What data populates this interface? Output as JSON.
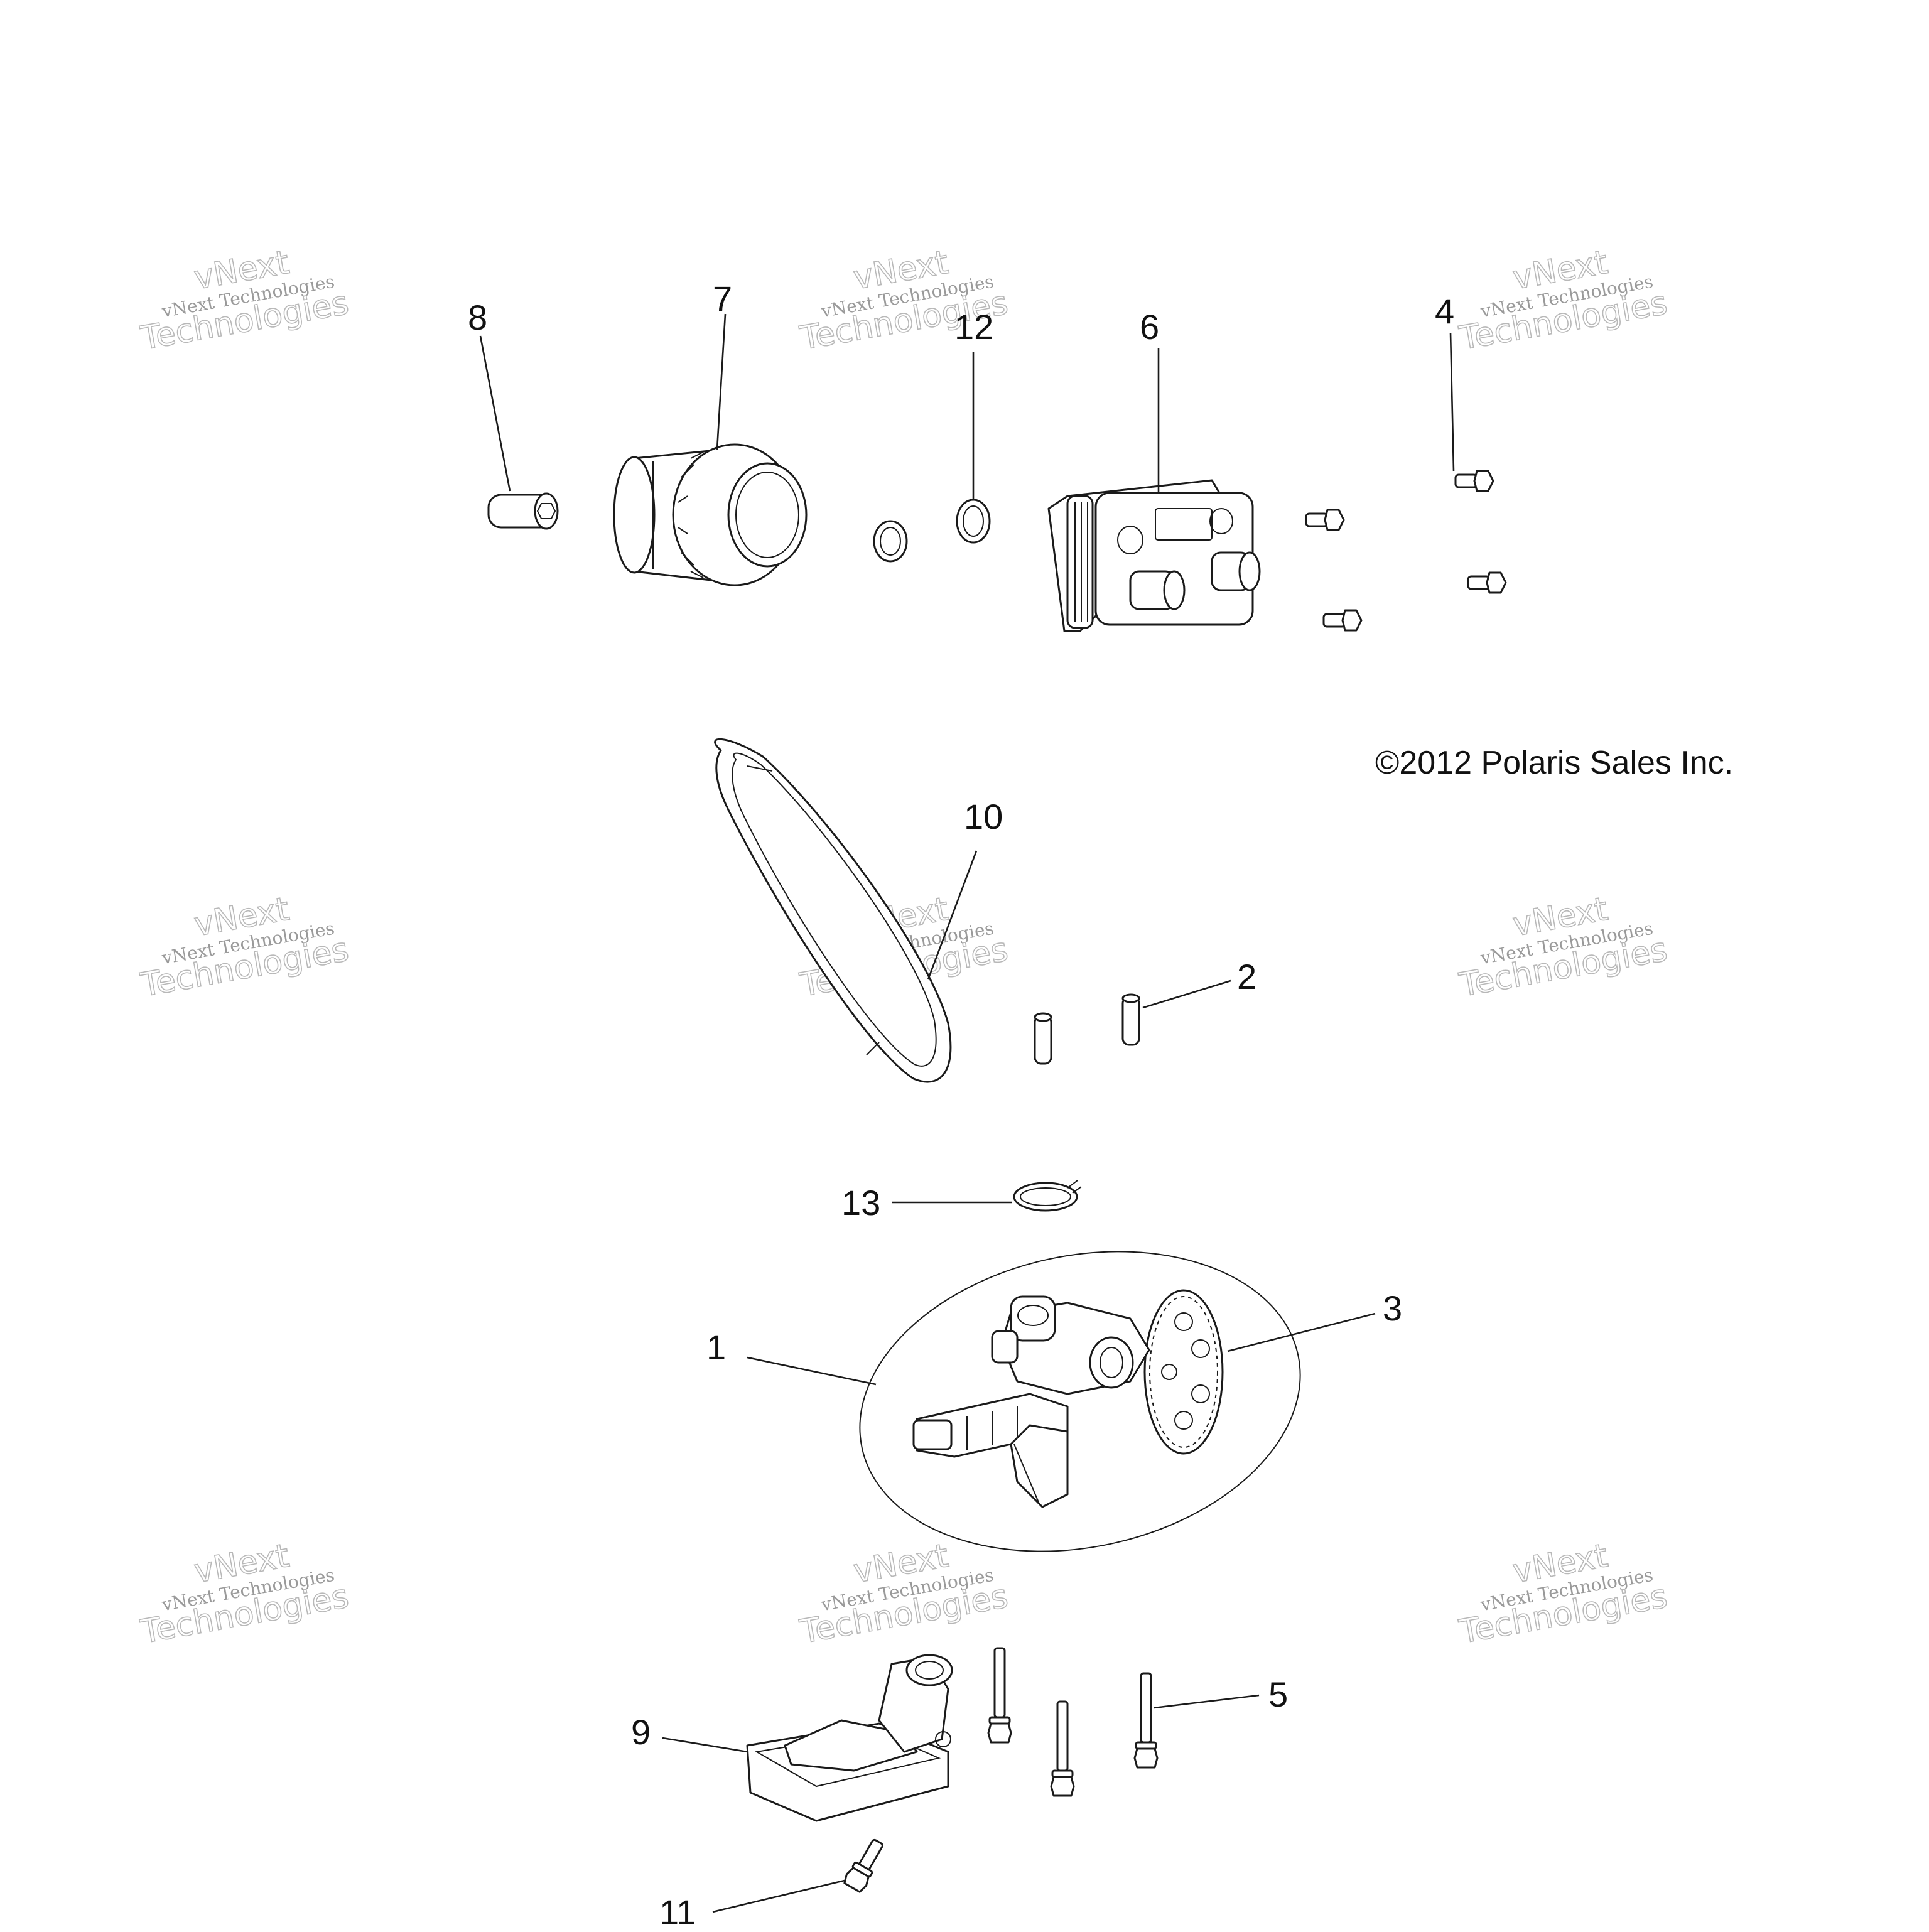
{
  "copyright": "©2012 Polaris Sales Inc.",
  "watermark": {
    "line1": "vNext",
    "line2": "vNext Technologies",
    "line3": "Technologies"
  },
  "callouts": {
    "c1": "1",
    "c2": "2",
    "c3": "3",
    "c4": "4",
    "c5": "5",
    "c6": "6",
    "c7": "7",
    "c8": "8",
    "c9": "9",
    "c10": "10",
    "c11": "11",
    "c12": "12",
    "c13": "13"
  }
}
